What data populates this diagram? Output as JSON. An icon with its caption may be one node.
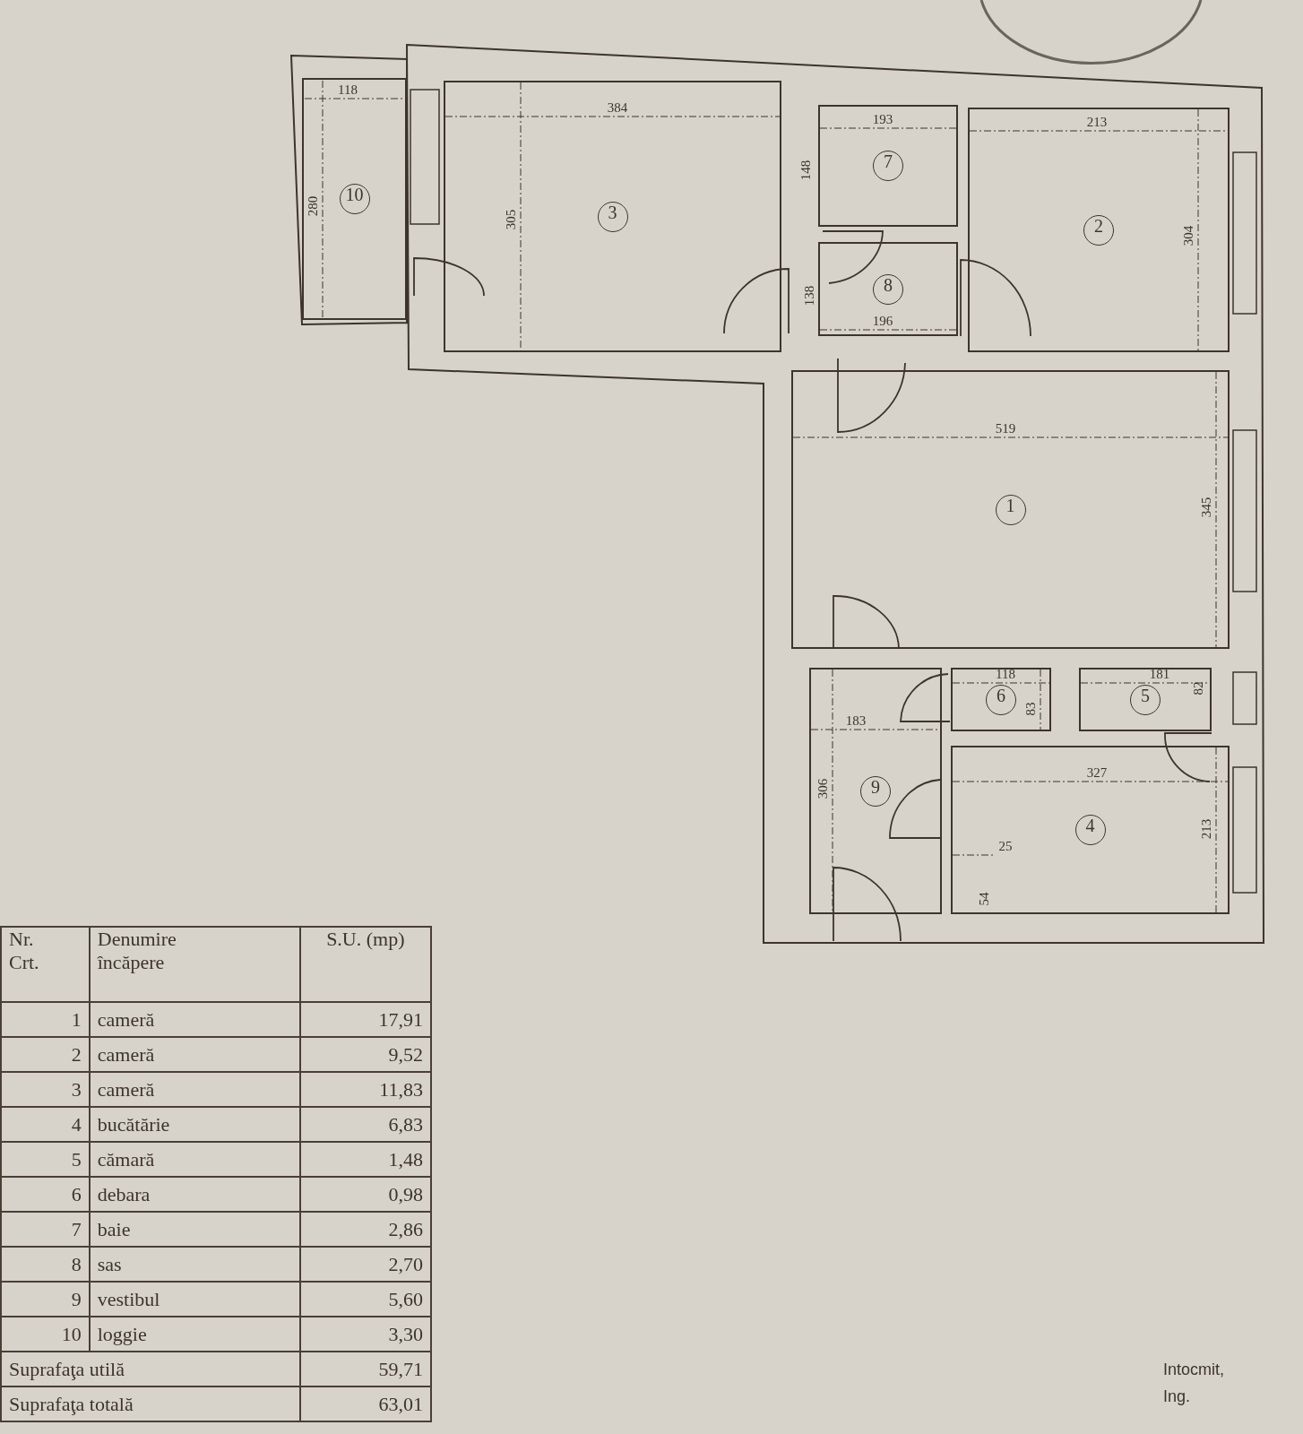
{
  "diagram": {
    "nodes": [
      {
        "text": [
          "10"
        ]
      },
      {
        "text": [
          "3"
        ]
      },
      {
        "text": [
          "7"
        ]
      },
      {
        "text": [
          "2"
        ]
      },
      {
        "text": [
          "8"
        ]
      },
      {
        "text": [
          "1"
        ]
      },
      {
        "text": [
          "6"
        ]
      },
      {
        "text": [
          "5"
        ]
      },
      {
        "text": [
          "9"
        ]
      },
      {
        "text": [
          "4"
        ]
      }
    ],
    "labels": [
      "118",
      "280",
      "384",
      "305",
      "193",
      "148",
      "213",
      "304",
      "138",
      "196",
      "519",
      "345",
      "118",
      "83",
      "181",
      "82",
      "183",
      "306",
      "327",
      "213",
      "25",
      "54",
      "Nr. Crt.",
      "Denumire încăpere",
      "S.U. (mp)",
      "1",
      "cameră",
      "17,91",
      "2",
      "cameră",
      "9,52",
      "3",
      "cameră",
      "11,83",
      "4",
      "bucătărie",
      "6,83",
      "5",
      "cămară",
      "1,48",
      "6",
      "debara",
      "0,98",
      "7",
      "baie",
      "2,86",
      "8",
      "sas",
      "2,70",
      "9",
      "vestibul",
      "5,60",
      "10",
      "loggie",
      "3,30",
      "Suprafaţa utilă",
      "59,71",
      "Suprafaţa totală",
      "63,01",
      "Intocmit,",
      "Ing."
    ]
  }
}
